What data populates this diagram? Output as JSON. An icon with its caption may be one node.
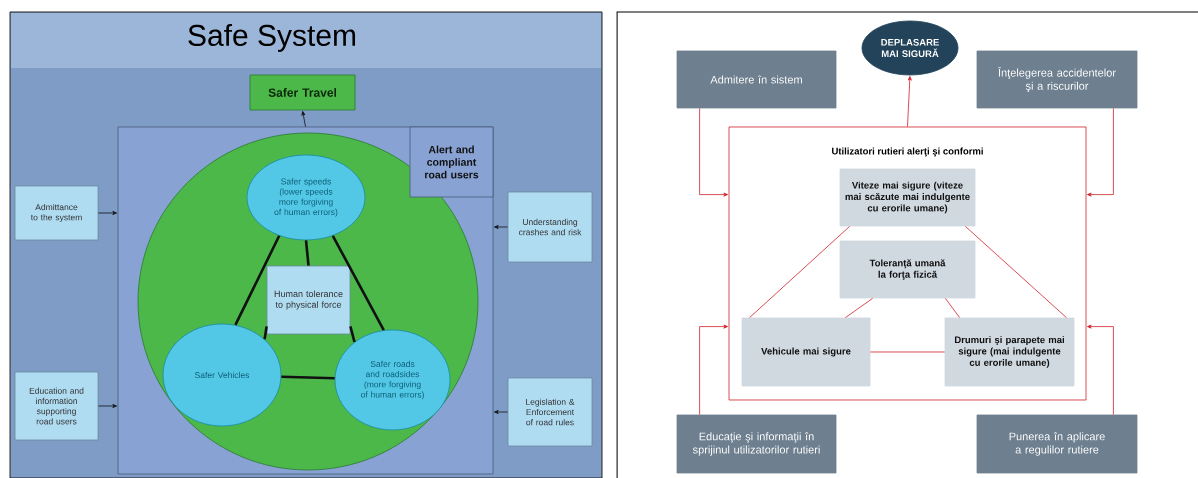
{
  "diagram": {
    "nodes": [
      {
        "text": [
          "Safer Travel"
        ]
      },
      {
        "text": [],
        "shape": "box"
      },
      {
        "text": [],
        "shape": "circle",
        "in": 1
      },
      {
        "text": [
          "Alert and compliant road users"
        ],
        "in": 1
      },
      {
        "text": [
          "Safer speeds (lower speeds more forgiving of human errors)"
        ],
        "in": 2
      },
      {
        "text": [
          "Human tolerance to physical force"
        ],
        "in": 2
      },
      {
        "text": [
          "Safer Vehicles"
        ],
        "in": 2
      },
      {
        "text": [
          "Safer roads and roadsides (more forgiving of human errors)"
        ],
        "in": 2
      },
      {
        "text": [
          "Admittance to the system"
        ]
      },
      {
        "text": [
          "Understanding crashes and risk"
        ]
      },
      {
        "text": [
          "Education and information supporting road users"
        ]
      },
      {
        "text": [
          "Legislation & Enforcement of road rules"
        ]
      },
      {
        "text": [
          "DEPLASARE MAI SIGURĂ"
        ]
      },
      {
        "text": [
          "Admitere în sistem"
        ]
      },
      {
        "text": [
          "Înţelegerea accidentelor şi a riscurilor"
        ]
      },
      {
        "text": [
          "Utilizatori rutieri alerţi şi conformi"
        ]
      },
      {
        "text": [
          "Viteze mai sigure (viteze mai scăzute mai indulgente cu erorile umane)"
        ],
        "in": 15
      },
      {
        "text": [
          "Toleranţă umană la forţa fizică"
        ],
        "in": 15
      },
      {
        "text": [
          "Vehicule mai sigure"
        ],
        "in": 15
      },
      {
        "text": [
          "Drumuri şi parapete mai sigure (mai indulgente cu erorile umane)"
        ],
        "in": 15
      },
      {
        "text": [
          "Educaţie şi informaţii în sprijinul utilizatorilor rutieri"
        ]
      },
      {
        "text": [
          "Punerea în aplicare a regulilor rutiere"
        ]
      }
    ],
    "edges": [
      {
        "from": 1,
        "to": 0,
        "arrow": "to"
      },
      {
        "from": 8,
        "to": 1,
        "arrow": "to"
      },
      {
        "from": 9,
        "to": 1,
        "arrow": "to"
      },
      {
        "from": 10,
        "to": 1,
        "arrow": "to"
      },
      {
        "from": 11,
        "to": 1,
        "arrow": "to"
      },
      {
        "from": 4,
        "to": 6,
        "arrow": "none",
        "style": "thick"
      },
      {
        "from": 4,
        "to": 7,
        "arrow": "none",
        "style": "thick"
      },
      {
        "from": 6,
        "to": 7,
        "arrow": "none",
        "style": "thick"
      },
      {
        "from": 5,
        "to": 4,
        "arrow": "none",
        "style": "thick"
      },
      {
        "from": 5,
        "to": 6,
        "arrow": "none",
        "style": "thick"
      },
      {
        "from": 5,
        "to": 7,
        "arrow": "none",
        "style": "thick"
      },
      {
        "from": 15,
        "to": 12,
        "arrow": "to",
        "color": "#d0202a"
      },
      {
        "from": 13,
        "to": 15,
        "arrow": "to",
        "color": "#d0202a"
      },
      {
        "from": 14,
        "to": 15,
        "arrow": "to",
        "color": "#d0202a"
      },
      {
        "from": 20,
        "to": 15,
        "arrow": "to",
        "color": "#d0202a"
      },
      {
        "from": 21,
        "to": 15,
        "arrow": "to",
        "color": "#d0202a"
      },
      {
        "from": 16,
        "to": 18,
        "arrow": "none",
        "color": "#d0202a"
      },
      {
        "from": 16,
        "to": 19,
        "arrow": "none",
        "color": "#d0202a"
      },
      {
        "from": 17,
        "to": 18,
        "arrow": "none",
        "color": "#d0202a"
      },
      {
        "from": 17,
        "to": 19,
        "arrow": "none",
        "color": "#d0202a"
      },
      {
        "from": 18,
        "to": 19,
        "arrow": "none",
        "color": "#d0202a"
      }
    ],
    "labels": [
      "Safe System"
    ]
  }
}
